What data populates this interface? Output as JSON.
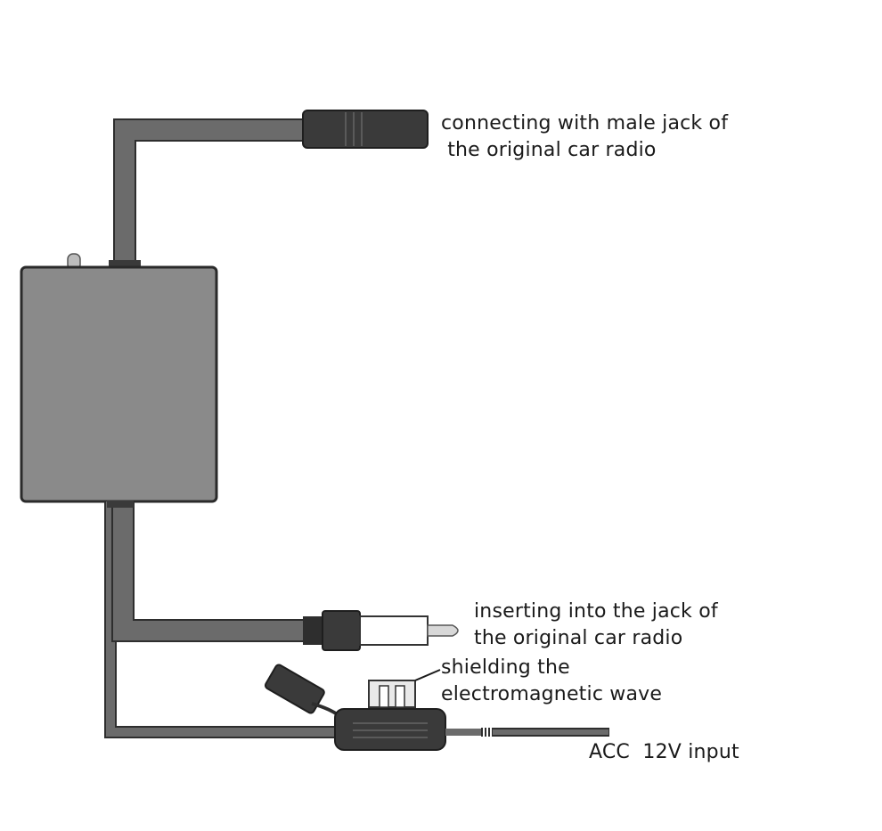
{
  "labels": {
    "male_jack": {
      "line1": "connecting with male jack of",
      "line2": " the original car radio"
    },
    "radio_jack": {
      "line1": "inserting into the jack of",
      "line2": "the original car radio"
    },
    "shielding": {
      "line1": "shielding the",
      "line2": "electromagnetic wave"
    },
    "power": {
      "line1": "ACC  12V input"
    }
  },
  "colors": {
    "cable": "#6b6b6b",
    "cable_edge": "#2e2e2e",
    "box_fill": "#8a8a8a",
    "box_edge": "#2a2a2a",
    "connector": "#3a3a3a",
    "text": "#1a1a1a"
  },
  "icons": {
    "female_jack": "female-jack-connector-icon",
    "male_plug": "male-plug-connector-icon",
    "fuse_holder": "fuse-holder-icon",
    "amplifier_box": "antenna-amplifier-box-icon"
  }
}
